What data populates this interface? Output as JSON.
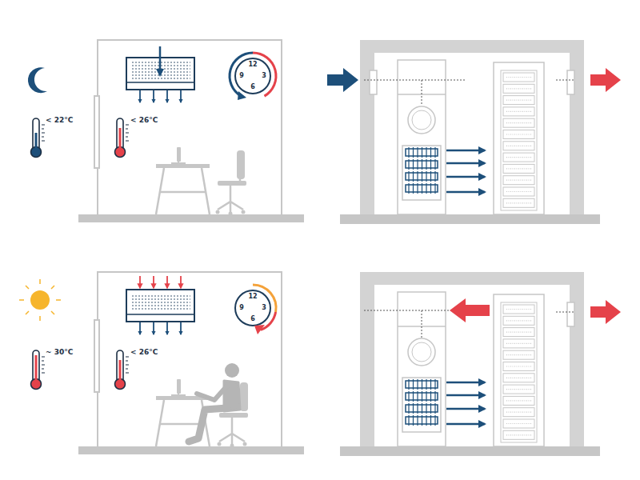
{
  "diagram": {
    "labels": [
      "< 22°C",
      "< 26°C",
      "12",
      "3",
      "6",
      "9",
      "~ 30°C",
      "< 26°C",
      "12",
      "3",
      "6",
      "9"
    ]
  }
}
